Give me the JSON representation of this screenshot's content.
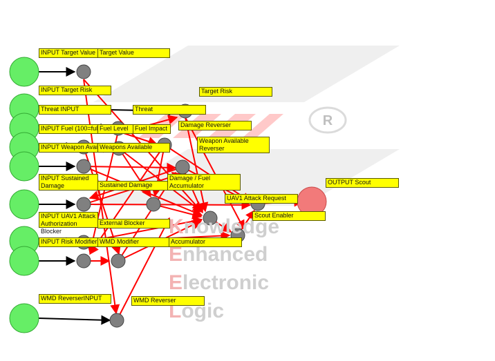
{
  "watermark": {
    "lines": [
      {
        "initial": "K",
        "rest": "nowledge"
      },
      {
        "initial": "E",
        "rest": "nhanced"
      },
      {
        "initial": "E",
        "rest": "lectronic"
      },
      {
        "initial": "L",
        "rest": "ogic"
      }
    ],
    "mark": "R"
  },
  "labels": {
    "input_target_value": "INPUT Target Value",
    "target_value": "Target Value",
    "input_target_risk": "INPUT Target Risk",
    "target_risk": "Target Risk",
    "threat_input": "Threat INPUT",
    "threat": "Threat",
    "input_fuel": "INPUT Fuel (100=full)",
    "fuel_level": "Fuel Level",
    "fuel_impact": "Fuel Impact",
    "damage_reverser": "Damage Reverser",
    "input_weapon": "INPUT Weapon Available",
    "weapons_available": "Weapons Available",
    "weapon_available_reverser": "Weapon Available Reverser",
    "input_sustained_damage": "INPUT Sustained Damage",
    "sustained_damage": "Sustained Damage",
    "damage_fuel_accumulator": "Damage / Fuel Accumulator",
    "output_scout": "OUTPUT Scout",
    "uav_attack_request": "UAV1 Attack Request",
    "scout_enabler": "Scout Enabler",
    "input_uav_attack_blocker": "INPUT UAV1 Attack Authorization Blocker",
    "external_blocker": "External Blocker",
    "input_risk_modifier": "INPUT Risk Modifier",
    "wmd_modifier": "WMD Modifier",
    "accumulator": "Accumulator",
    "wmd_reverser_input": "WMD ReverserINPUT",
    "wmd_reverser": "WMD Reverser"
  },
  "colors": {
    "input_node": "#66ee66",
    "node": "#808080",
    "output_node": "#f27a7a",
    "edge": "#ff0000",
    "input_edge": "#000000",
    "label_bg": "#ffff00"
  }
}
